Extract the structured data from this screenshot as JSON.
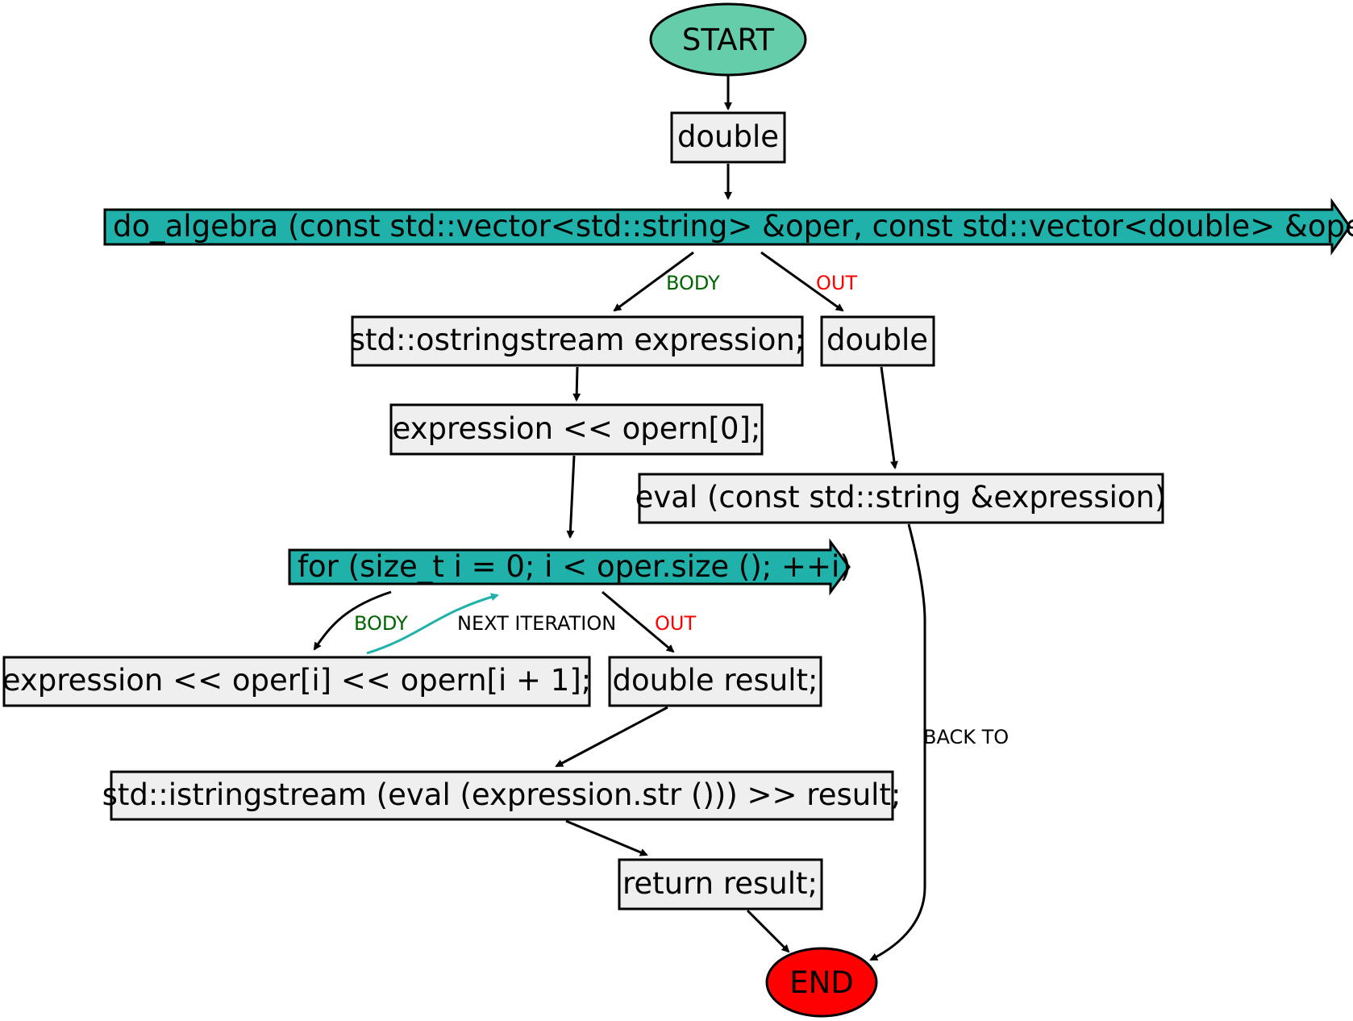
{
  "nodes": {
    "start": "START",
    "double_1": "double",
    "do_algebra": "do_algebra (const std::vector<std::string> &oper, const std::vector<double> &opern)",
    "ostringstream": "std::ostringstream expression;",
    "double_2": "double",
    "expr_opern0": "expression << opern[0];",
    "eval": "eval (const std::string &expression)",
    "for_loop": "for (size_t i = 0; i < oper.size (); ++i)",
    "expr_loop": "expression << oper[i] << opern[i + 1];",
    "double_result": "double result;",
    "istringstream": "std::istringstream (eval (expression.str ())) >> result;",
    "return_result": "return result;",
    "end": "END"
  },
  "edge_labels": {
    "body_1": "BODY",
    "out_1": "OUT",
    "body_2": "BODY",
    "next_iteration": "NEXT ITERATION",
    "out_2": "OUT",
    "back_to": "BACK TO"
  },
  "colors": {
    "start_fill": "#66cdaa",
    "end_fill": "#ff0000",
    "function_fill": "#20b2aa",
    "box_fill": "#efefef",
    "body_label": "#006400",
    "out_label": "#ff0000",
    "loop_arrow": "#20b2aa"
  }
}
